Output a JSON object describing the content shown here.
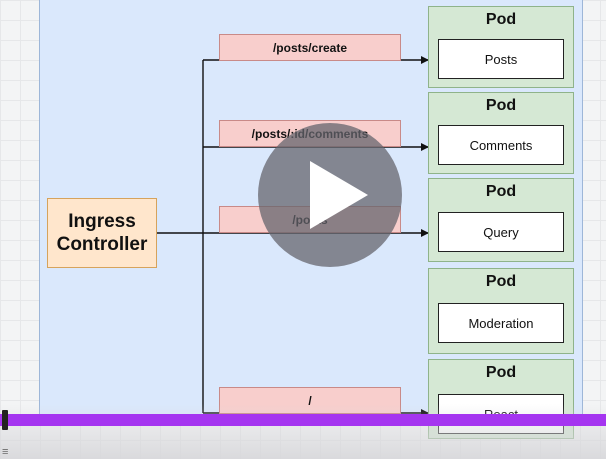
{
  "ingress": {
    "label": "Ingress\nController"
  },
  "routes": [
    {
      "path": "/posts/create"
    },
    {
      "path": "/posts/:id/comments"
    },
    {
      "path": "/posts"
    },
    {
      "path": "/"
    }
  ],
  "pods": [
    {
      "title": "Pod",
      "service": "Posts"
    },
    {
      "title": "Pod",
      "service": "Comments"
    },
    {
      "title": "Pod",
      "service": "Query"
    },
    {
      "title": "Pod",
      "service": "Moderation"
    },
    {
      "title": "Pod",
      "service": "React"
    }
  ],
  "player": {
    "progress": 0.01,
    "accent_color": "#a535f0",
    "play_icon": "play-icon"
  },
  "colors": {
    "cluster": "#dae8fc",
    "ingress": "#ffe6cc",
    "pod": "#d5e8d4",
    "route": "#f8cecc"
  }
}
